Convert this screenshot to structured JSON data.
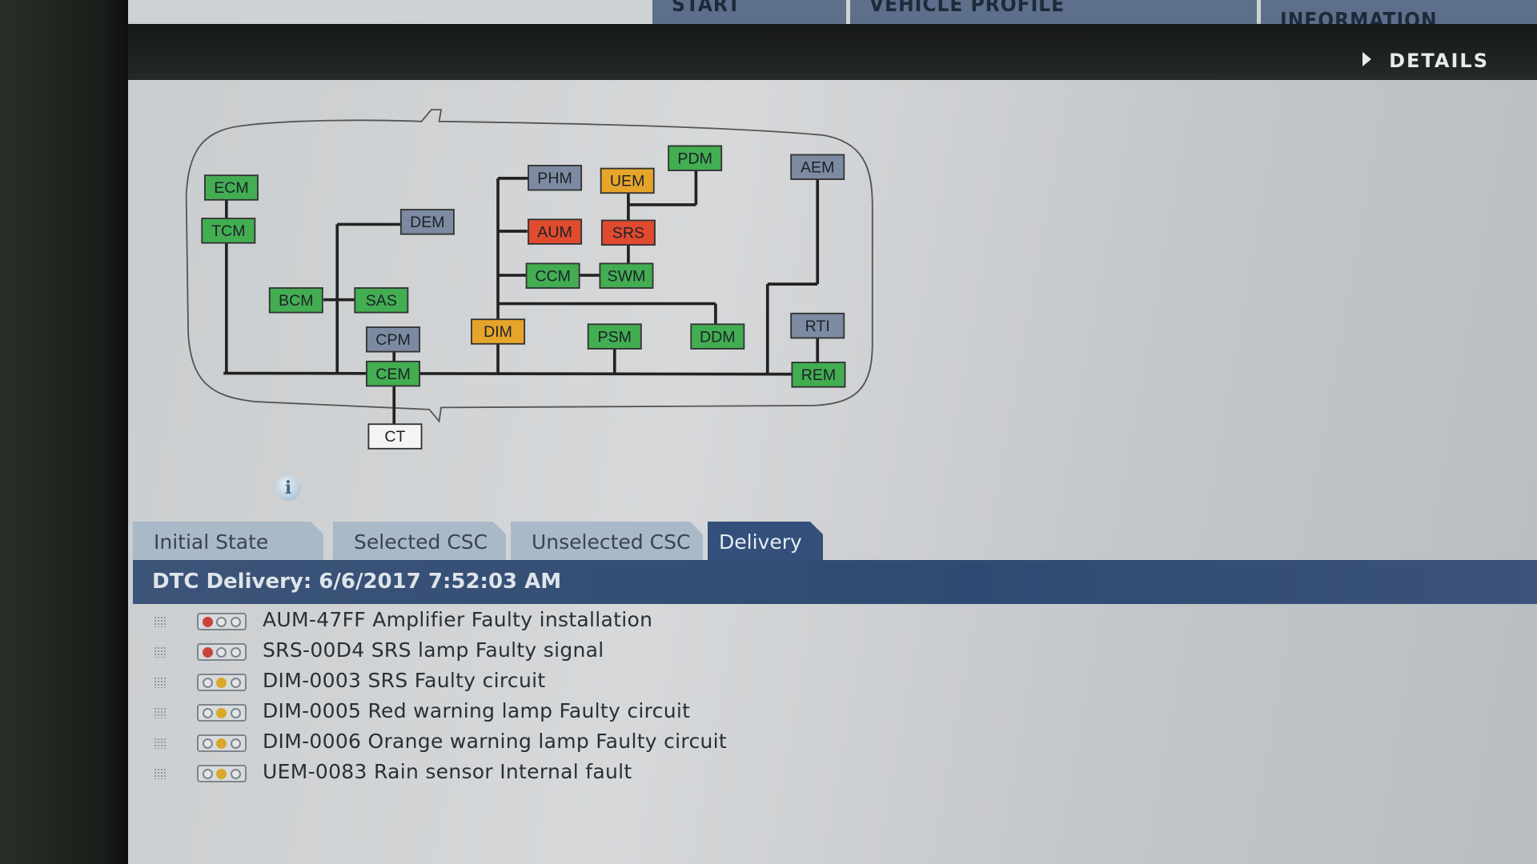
{
  "top_nav": {
    "tabs": [
      "START",
      "VEHICLE PROFILE",
      "INFORMATION"
    ],
    "details_label": "DETAILS"
  },
  "diagram": {
    "colors": {
      "ok": "#43ad52",
      "fault": "#e04a2f",
      "warning": "#e6a52a",
      "not_communicating": "#7d8ba2",
      "none": "#f4f4f4"
    },
    "nodes": [
      {
        "id": "ECM",
        "status": "ok"
      },
      {
        "id": "TCM",
        "status": "ok"
      },
      {
        "id": "DEM",
        "status": "not_communicating"
      },
      {
        "id": "BCM",
        "status": "ok"
      },
      {
        "id": "SAS",
        "status": "ok"
      },
      {
        "id": "CPM",
        "status": "not_communicating"
      },
      {
        "id": "CEM",
        "status": "ok"
      },
      {
        "id": "CT",
        "status": "none"
      },
      {
        "id": "PHM",
        "status": "not_communicating"
      },
      {
        "id": "UEM",
        "status": "warning"
      },
      {
        "id": "PDM",
        "status": "ok"
      },
      {
        "id": "AEM",
        "status": "not_communicating"
      },
      {
        "id": "AUM",
        "status": "fault"
      },
      {
        "id": "SRS",
        "status": "fault"
      },
      {
        "id": "CCM",
        "status": "ok"
      },
      {
        "id": "SWM",
        "status": "ok"
      },
      {
        "id": "DIM",
        "status": "warning"
      },
      {
        "id": "PSM",
        "status": "ok"
      },
      {
        "id": "DDM",
        "status": "ok"
      },
      {
        "id": "RTI",
        "status": "not_communicating"
      },
      {
        "id": "REM",
        "status": "ok"
      }
    ]
  },
  "tabs": [
    {
      "label": "Initial State",
      "active": false
    },
    {
      "label": "Selected CSC",
      "active": false
    },
    {
      "label": "Unselected CSC",
      "active": false
    },
    {
      "label": "Delivery",
      "active": true
    }
  ],
  "dtc": {
    "header": "DTC Delivery: 6/6/2017 7:52:03 AM",
    "light_colors": {
      "red": "#c8443a",
      "yellow": "#d9a82a"
    },
    "rows": [
      {
        "text": "AUM-47FF Amplifier Faulty installation",
        "light": "red"
      },
      {
        "text": "SRS-00D4 SRS lamp Faulty signal",
        "light": "red"
      },
      {
        "text": "DIM-0003 SRS Faulty circuit",
        "light": "yellow"
      },
      {
        "text": "DIM-0005 Red warning lamp Faulty circuit",
        "light": "yellow"
      },
      {
        "text": "DIM-0006 Orange warning lamp Faulty circuit",
        "light": "yellow"
      },
      {
        "text": "UEM-0083 Rain sensor Internal fault",
        "light": "yellow"
      }
    ]
  }
}
